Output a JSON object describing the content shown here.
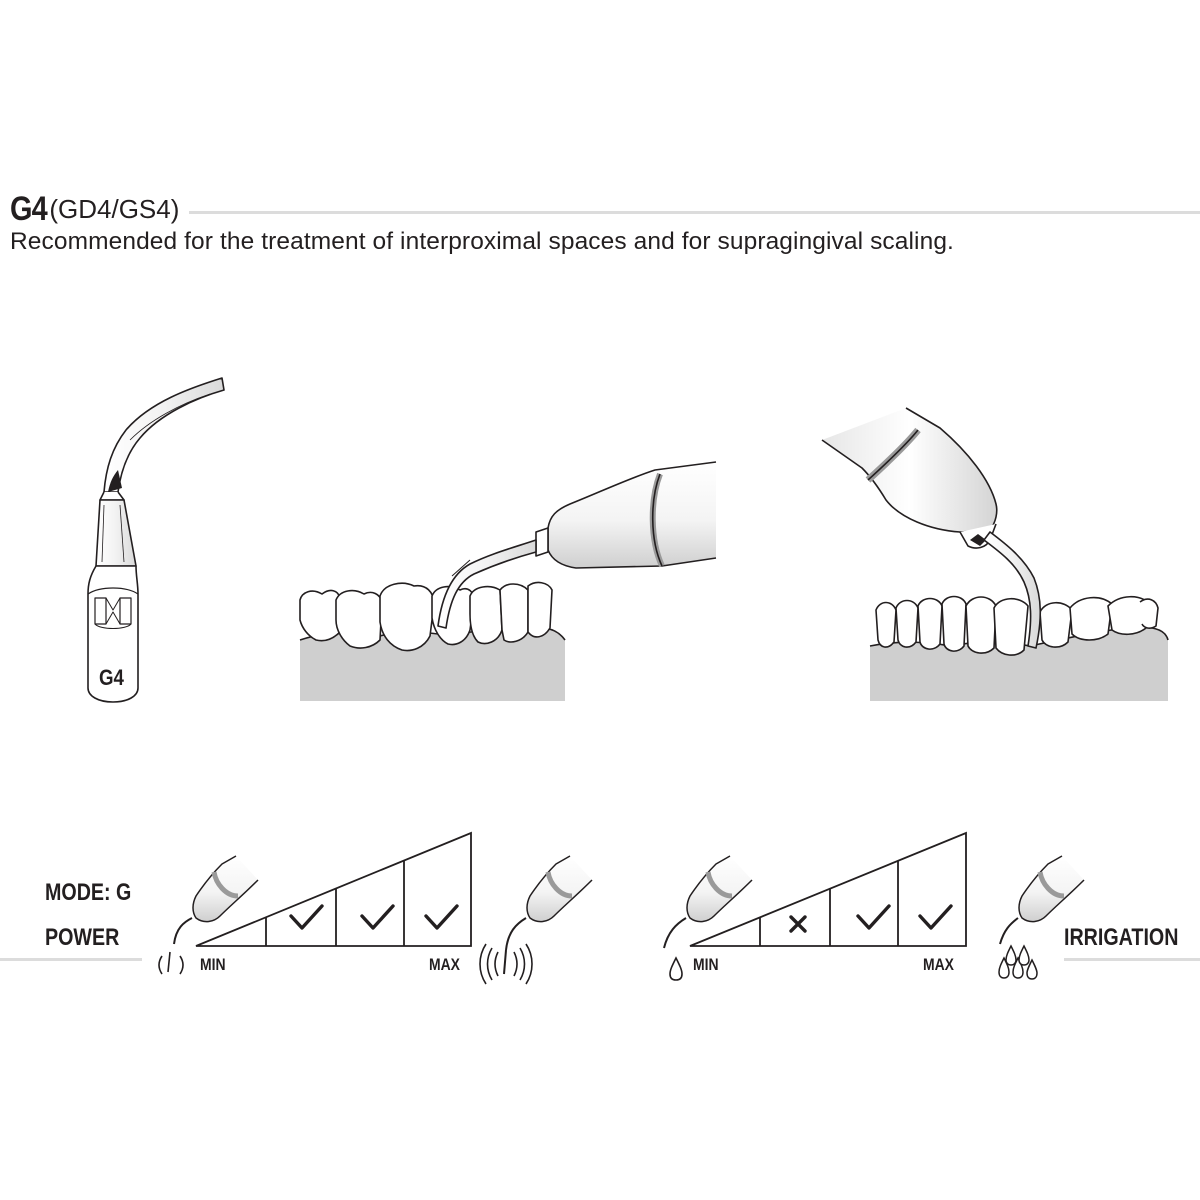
{
  "header": {
    "model": "G4",
    "variants": "(GD4/GS4)",
    "description": "Recommended for the treatment of interproximal spaces and for supragingival scaling."
  },
  "tip": {
    "label": "G4"
  },
  "power_panel": {
    "mode_label": "MODE: G",
    "power_label": "POWER",
    "min_label": "MIN",
    "max_label": "MAX",
    "levels": [
      "empty",
      "check",
      "check",
      "check"
    ]
  },
  "irrigation_panel": {
    "label": "IRRIGATION",
    "min_label": "MIN",
    "max_label": "MAX",
    "levels": [
      "empty",
      "cross",
      "check",
      "check"
    ]
  },
  "colors": {
    "ink": "#231f20",
    "gum": "#cfcfcf",
    "rule": "#dcdcdc",
    "band": "#9a9a9a"
  },
  "icons": [
    "check-icon",
    "cross-icon",
    "vibration-min-icon",
    "vibration-max-icon",
    "water-drop-icon",
    "water-drops-icon"
  ]
}
